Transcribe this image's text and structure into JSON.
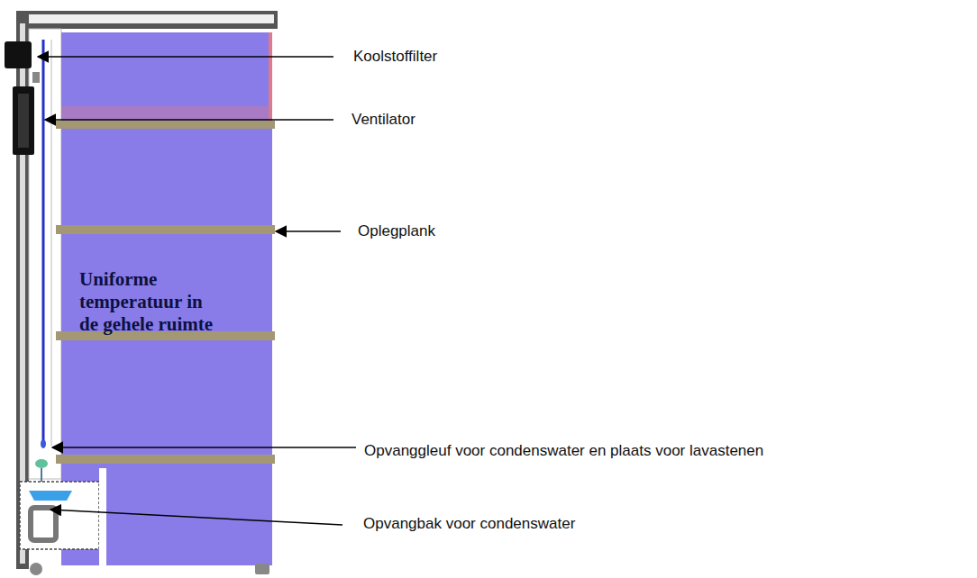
{
  "diagram": {
    "nodes": [
      {
        "text": [
          "Uniforme temperatuur in de gehele ruimte"
        ]
      }
    ],
    "labels": [
      "Koolstoffilter",
      "Ventilator",
      "Oplegplank",
      "Opvanggleuf voor condenswater en plaats voor lavastenen",
      "Opvangbak voor condenswater"
    ]
  }
}
